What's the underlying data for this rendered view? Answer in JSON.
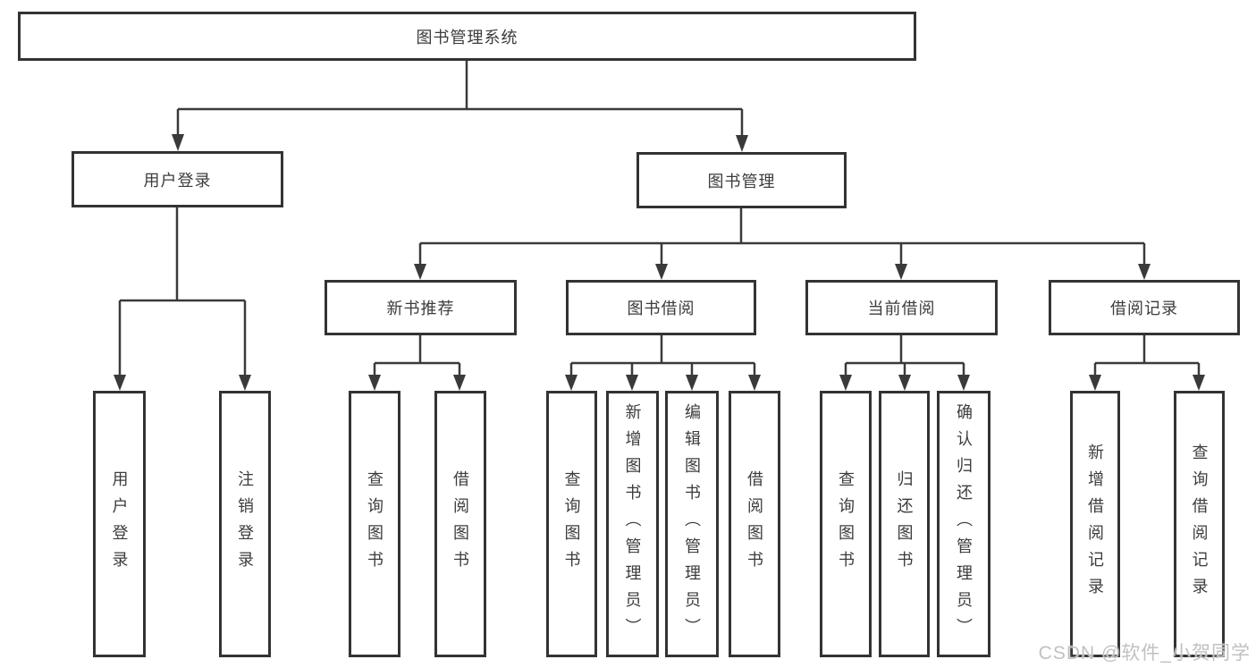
{
  "diagram_title": "图书管理系统",
  "colors": {
    "background": "#ffffff",
    "line": "#3a3a3a",
    "box_border": "#333333",
    "text": "#3c3c3c",
    "watermark": "#c2c1c1"
  },
  "nodes": {
    "root": "图书管理系统",
    "user_login": "用户登录",
    "book_mgmt": "图书管理",
    "new_book_rec": "新书推荐",
    "book_borrow": "图书借阅",
    "current_borrow": "当前借阅",
    "borrow_records": "借阅记录"
  },
  "leaves": {
    "user_login": [
      "用户登录",
      "注销登录"
    ],
    "new_book_rec": [
      "查询图书",
      "借阅图书"
    ],
    "book_borrow": [
      "查询图书",
      "新增图书（管理员）",
      "编辑图书（管理员）",
      "借阅图书"
    ],
    "current_borrow": [
      "查询图书",
      "归还图书",
      "确认归还（管理员）"
    ],
    "borrow_records": [
      "新增借阅记录",
      "查询借阅记录"
    ]
  },
  "watermark": {
    "text": "CSDN @软件_小贺同学"
  }
}
